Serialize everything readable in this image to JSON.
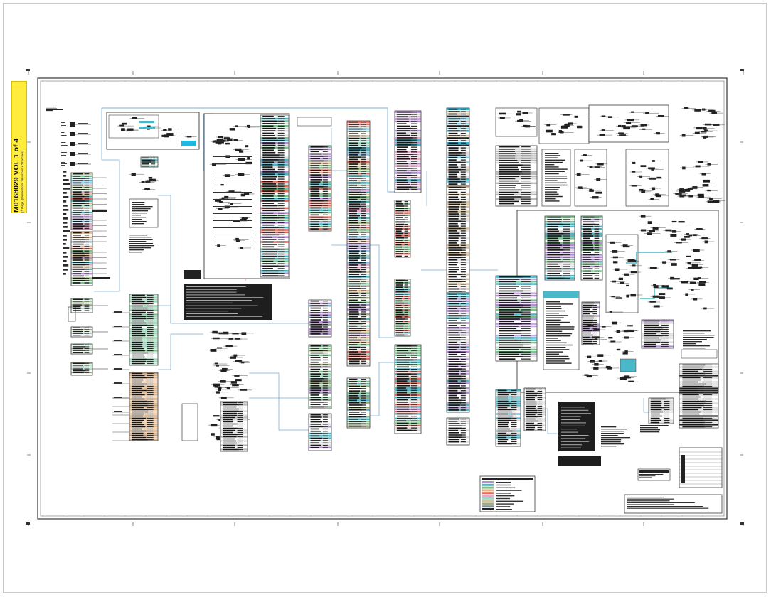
{
  "document": {
    "number": "M0168029 VOL 1 of 4",
    "subtitle": "(2 Page, (Dimensions 36 inches x 24 inches)"
  },
  "colors": {
    "frame": "#222222",
    "title_tab": "#ffec3d",
    "wire_blue": "#7aaed6",
    "purple": "#b48fd3",
    "teal": "#4ab8c8",
    "green": "#7cc48e",
    "peach": "#e5b789",
    "salmon": "#e66a5b",
    "pink": "#e7a8c8",
    "mint": "#9fd8bd",
    "tan": "#d8c3a1",
    "olive": "#9bb07a",
    "cyan": "#20b8e0",
    "slate": "#7f8fa6"
  },
  "sections": [
    "left-connectors",
    "relay-block",
    "fuse-panel",
    "connector-blocks",
    "harness-columns",
    "main-harness",
    "schematic-region",
    "legend",
    "title-block"
  ]
}
